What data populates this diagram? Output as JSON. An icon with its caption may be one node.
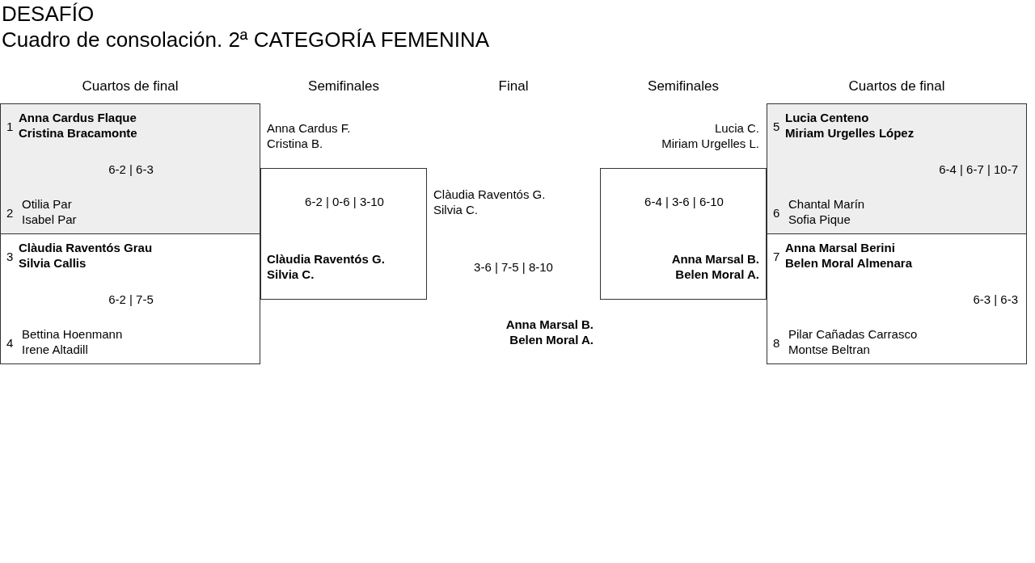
{
  "diagram": {
    "title": "DESAFÍO",
    "nodes": [
      {
        "text": [
          "1",
          "Anna Cardus Flaque",
          "Cristina Bracamonte",
          "6-2 | 6-3",
          "2",
          "Otilia Par",
          "Isabel Par"
        ]
      },
      {
        "text": [
          "3",
          "Clàudia Raventós Grau",
          "Silvia Callis",
          "6-2 | 7-5",
          "4",
          "Bettina Hoenmann",
          "Irene Altadill"
        ]
      },
      {
        "text": [
          "Anna Cardus F.",
          "Cristina B.",
          "6-2 | 0-6 | 3-10",
          "Clàudia Raventós G.",
          "Silvia C."
        ]
      },
      {
        "text": [
          "Lucia C.",
          "Miriam Urgelles L.",
          "6-4 | 3-6 | 6-10",
          "Anna Marsal B.",
          "Belen Moral A."
        ]
      },
      {
        "text": [
          "5",
          "Lucia Centeno",
          "Miriam Urgelles López",
          "6-4 | 6-7 | 10-7",
          "6",
          "Chantal Marín",
          "Sofia Pique"
        ]
      },
      {
        "text": [
          "7",
          "Anna Marsal Berini",
          "Belen Moral Almenara",
          "6-3 | 6-3",
          "8",
          "Pilar Cañadas Carrasco",
          "Montse Beltran"
        ]
      }
    ],
    "labels": [
      "Cuadro de consolación. 2ª CATEGORÍA FEMENINA",
      "Cuartos de final",
      "Semifinales",
      "Final",
      "Semifinales",
      "Cuartos de final",
      "Clàudia Raventós G.",
      "Silvia C.",
      "3-6 | 7-5 | 8-10",
      "Anna Marsal B.",
      "Belen Moral A."
    ]
  }
}
